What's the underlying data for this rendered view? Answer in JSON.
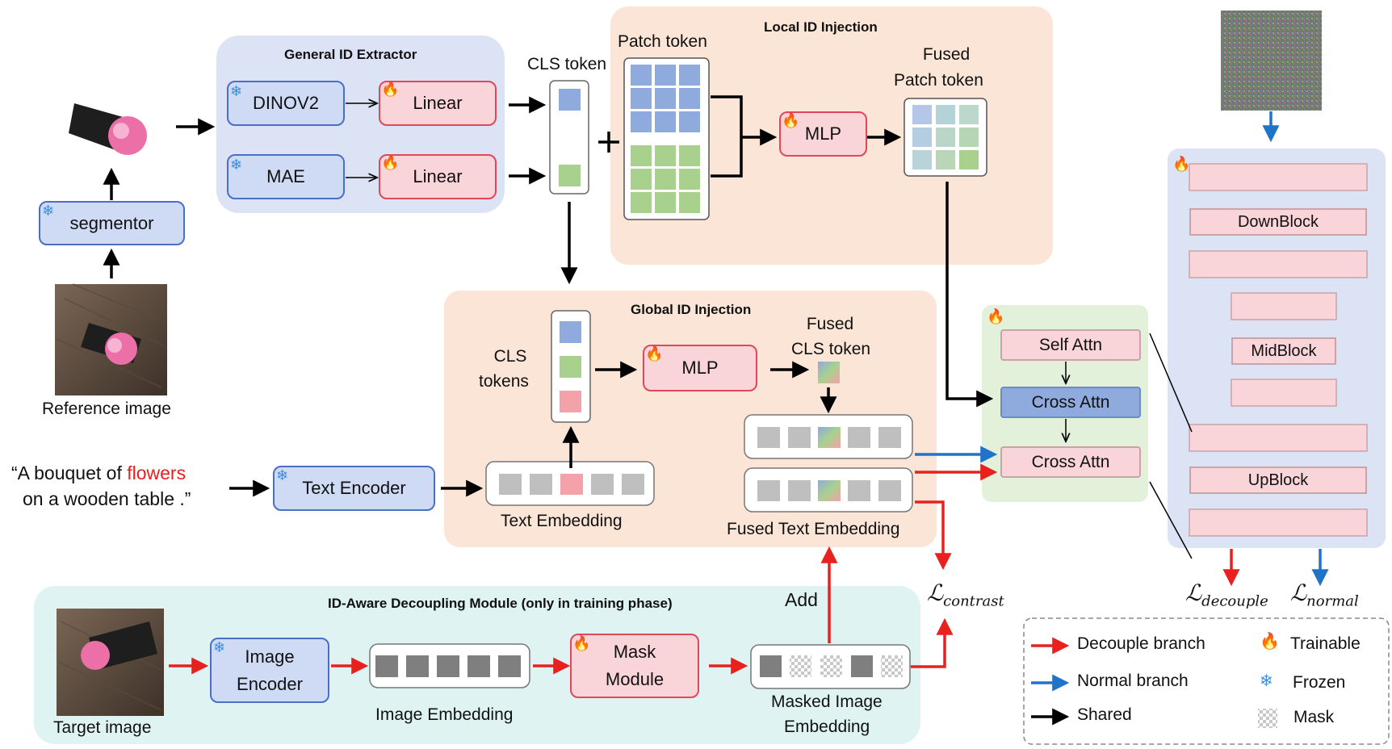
{
  "general_id_extractor": {
    "title": "General ID Extractor",
    "dinov2": "DINOV2",
    "mae": "MAE",
    "linear1": "Linear",
    "linear2": "Linear"
  },
  "cls_token_label": "CLS token",
  "local_id_injection": {
    "title": "Local ID  Injection",
    "patch_token": "Patch token",
    "mlp": "MLP",
    "fused_line1": "Fused",
    "fused_line2": "Patch token"
  },
  "global_id_injection": {
    "title": "Global ID Injection",
    "cls_line1": "CLS",
    "cls_line2": "tokens",
    "mlp": "MLP",
    "fused_cls_line1": "Fused",
    "fused_cls_line2": "CLS token",
    "text_embedding": "Text Embedding",
    "fused_text_embedding": "Fused Text Embedding"
  },
  "reference": {
    "segmentor": "segmentor",
    "caption": "Reference image"
  },
  "prompt": {
    "open_quote": "“A bouquet of ",
    "highlight": "flowers",
    "line2": "on a wooden table .”",
    "text_encoder": "Text Encoder"
  },
  "attention": {
    "self_attn": "Self Attn",
    "cross_attn1": "Cross Attn",
    "cross_attn2": "Cross Attn"
  },
  "unet": {
    "downblock": "DownBlock",
    "midblock": "MidBlock",
    "upblock": "UpBlock"
  },
  "losses": {
    "contrast_main": "ℒ",
    "contrast_sub": "contrast",
    "decouple_main": "ℒ",
    "decouple_sub": "decouple",
    "normal_main": "ℒ",
    "normal_sub": "normal"
  },
  "decoupling": {
    "title": "ID-Aware Decoupling Module (only in training phase)",
    "target_caption": "Target image",
    "image_encoder_line1": "Image",
    "image_encoder_line2": "Encoder",
    "image_embedding": "Image Embedding",
    "mask_module_line1": "Mask",
    "mask_module_line2": "Module",
    "masked_line1": "Masked Image",
    "masked_line2": "Embedding",
    "add": "Add"
  },
  "legend": {
    "decouple_branch": "Decouple branch",
    "normal_branch": "Normal branch",
    "shared": "Shared",
    "trainable": "Trainable",
    "frozen": "Frozen",
    "mask": "Mask"
  },
  "icons": {
    "snowflake": "❄",
    "flame": "🔥"
  },
  "colors": {
    "decouple_red": "#e8201e",
    "normal_blue": "#1f73c8",
    "shared_black": "#000000",
    "token_blue": "#8faadc",
    "token_green": "#a9d18e",
    "token_pink": "#f4a1aa",
    "embed_gray": "#bfbfbf",
    "cross_attn_blue": "#8faadc"
  }
}
